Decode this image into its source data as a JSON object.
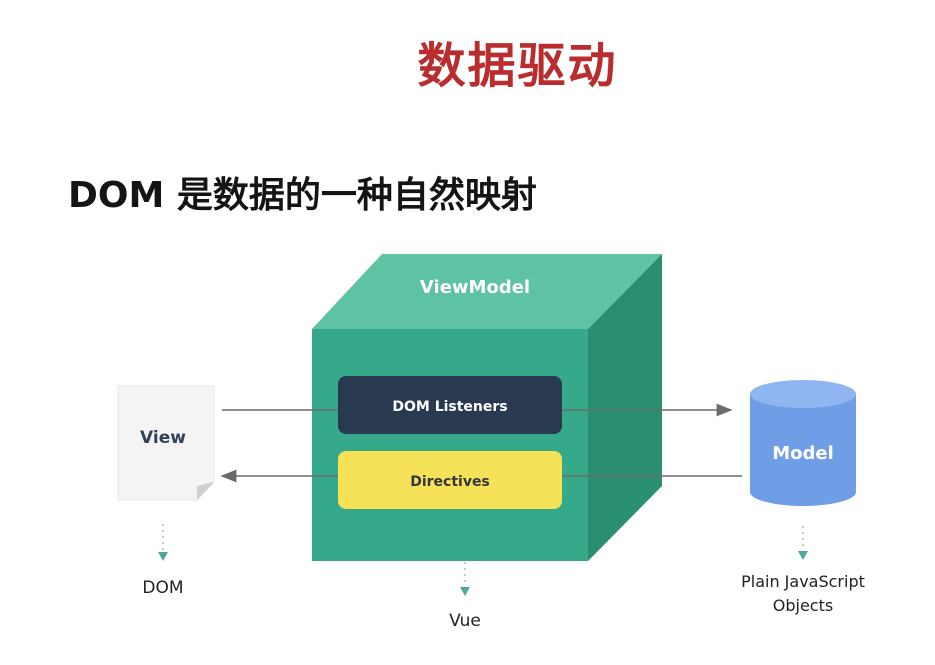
{
  "slide": {
    "title": "数据驱动",
    "subtitle": "DOM 是数据的一种自然映射"
  },
  "diagram": {
    "viewmodel_label": "ViewModel",
    "dom_listeners_label": "DOM Listeners",
    "directives_label": "Directives",
    "view_label": "View",
    "model_label": "Model",
    "dom_caption": "DOM",
    "vue_caption": "Vue",
    "plain_js_caption_line1": "Plain JavaScript",
    "plain_js_caption_line2": "Objects"
  },
  "colors": {
    "title_red": "#b92d2e",
    "cube_front": "#36a98a",
    "cube_top": "#5ec2a5",
    "cube_side": "#2a8e71",
    "dom_listeners_box": "#293a50",
    "directives_box": "#f5e259",
    "model_cylinder": "#6f9ee6",
    "arrow_gray": "#6b6b6b",
    "caption_teal": "#4fa89a"
  }
}
